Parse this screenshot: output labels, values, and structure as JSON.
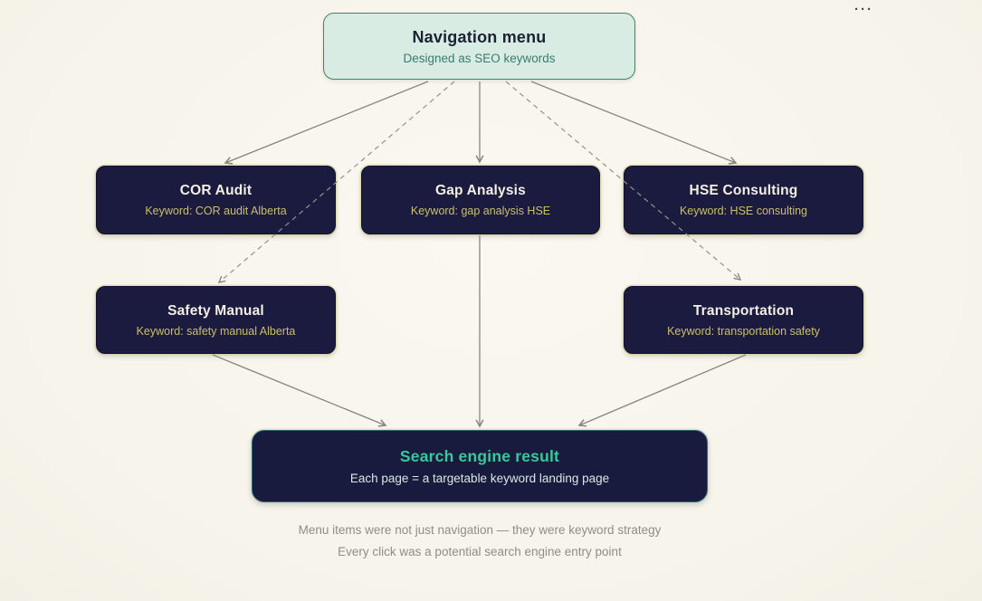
{
  "header": {
    "more_icon": "···"
  },
  "nodes": {
    "navigation": {
      "title": "Navigation menu",
      "subtitle": "Designed as SEO keywords"
    },
    "cor_audit": {
      "title": "COR Audit",
      "keyword": "Keyword: COR audit Alberta"
    },
    "gap_analysis": {
      "title": "Gap Analysis",
      "keyword": "Keyword: gap analysis HSE"
    },
    "hse_consulting": {
      "title": "HSE Consulting",
      "keyword": "Keyword: HSE consulting"
    },
    "safety_manual": {
      "title": "Safety Manual",
      "keyword": "Keyword: safety manual Alberta"
    },
    "transportation": {
      "title": "Transportation",
      "keyword": "Keyword: transportation safety"
    },
    "search_result": {
      "title": "Search engine result",
      "subtitle": "Each page = a targetable keyword landing page"
    }
  },
  "edges": [
    {
      "from": "navigation",
      "to": "cor_audit",
      "style": "solid"
    },
    {
      "from": "navigation",
      "to": "safety_manual",
      "style": "dashed"
    },
    {
      "from": "navigation",
      "to": "gap_analysis",
      "style": "solid"
    },
    {
      "from": "navigation",
      "to": "transportation",
      "style": "dashed"
    },
    {
      "from": "navigation",
      "to": "hse_consulting",
      "style": "solid"
    },
    {
      "from": "gap_analysis",
      "to": "search_result",
      "style": "solid"
    },
    {
      "from": "safety_manual",
      "to": "search_result",
      "style": "solid"
    },
    {
      "from": "transportation",
      "to": "search_result",
      "style": "solid"
    }
  ],
  "footer": {
    "line1": "Menu items were not just navigation — they were keyword strategy",
    "line2": "Every click was a potential search engine entry point"
  },
  "colors": {
    "background": "#f8f5ed",
    "nav_fill": "#d9ece3",
    "nav_border": "#44806f",
    "nav_title": "#1b2233",
    "nav_subtitle": "#3b7a70",
    "node_fill": "#1b1b40",
    "node_title": "#f3efe3",
    "keyword_text": "#cdbf68",
    "search_fill": "#181b3e",
    "search_border": "#2d6a72",
    "search_title": "#39c89b",
    "search_subtitle": "#d8e9e1",
    "arrow": "#87877e",
    "footer_text": "#8f8d85"
  }
}
